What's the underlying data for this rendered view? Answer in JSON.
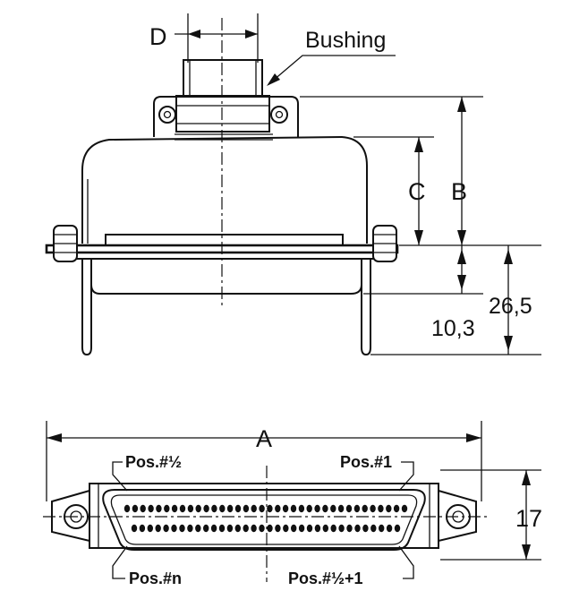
{
  "labels": {
    "d": "D",
    "bushing": "Bushing",
    "c": "C",
    "b": "B",
    "dim_26_5": "26,5",
    "dim_10_3": "10,3",
    "a": "A",
    "dim_17": "17",
    "pos_half": "Pos.#½",
    "pos_1": "Pos.#1",
    "pos_n": "Pos.#n",
    "pos_half_plus_1": "Pos.#½+1"
  }
}
